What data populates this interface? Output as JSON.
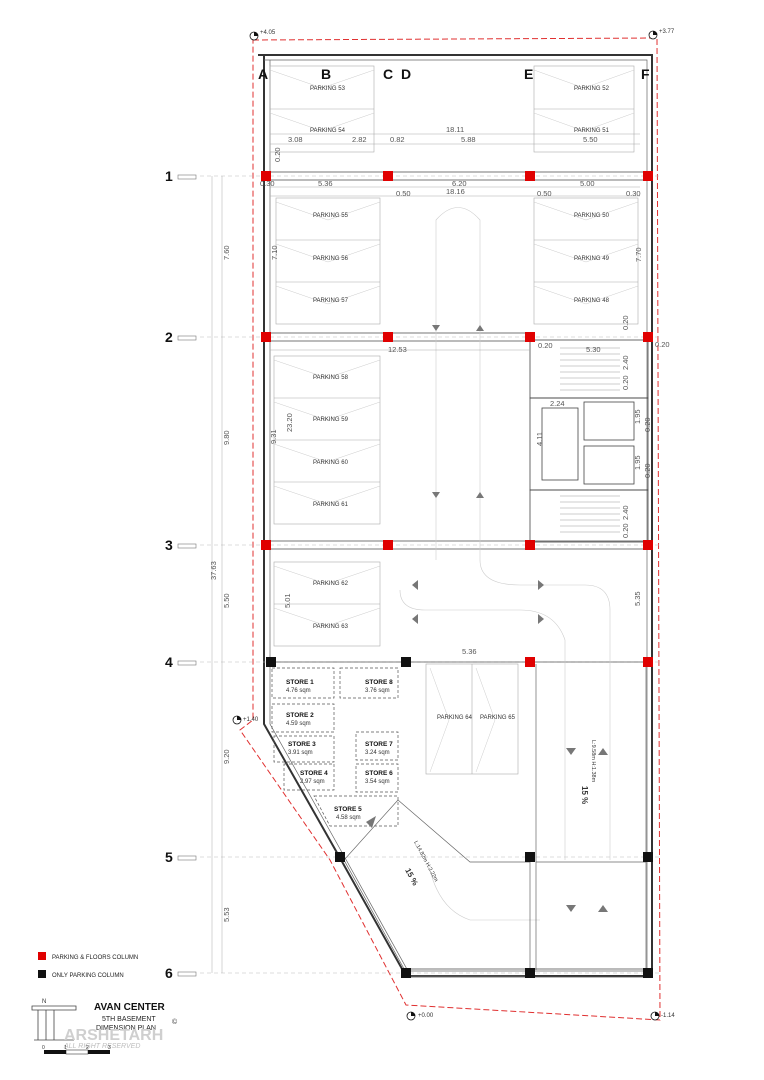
{
  "title_block": {
    "project": "AVAN CENTER",
    "sheet": "5TH BASEMENT",
    "sheet_line2": "DIMENSION PLAN",
    "logo_text": "ARSHETARH",
    "logo_sub": "ALL RIGHT RESERVED",
    "logo_mark": "©",
    "scale_labels": [
      "0",
      "1",
      "2",
      "3"
    ],
    "north": "N"
  },
  "levels": {
    "top_left": "+4.05",
    "top_right": "+3.77",
    "mid_left": "+1.40",
    "bottom_center": "+0.00",
    "bottom_right": "-1.14"
  },
  "column_grid": [
    "A",
    "B",
    "C",
    "D",
    "E",
    "F"
  ],
  "row_grid": [
    "1",
    "2",
    "3",
    "4",
    "5",
    "6"
  ],
  "parking": [
    "PARKING 53",
    "PARKING 54",
    "PARKING 52",
    "PARKING 51",
    "PARKING 55",
    "PARKING 56",
    "PARKING 57",
    "PARKING 50",
    "PARKING 49",
    "PARKING 48",
    "PARKING 58",
    "PARKING 59",
    "PARKING 60",
    "PARKING 61",
    "PARKING 62",
    "PARKING 63",
    "PARKING 64",
    "PARKING 65"
  ],
  "stores": [
    {
      "name": "STORE 1",
      "area": "4.76 sqm"
    },
    {
      "name": "STORE 8",
      "area": "3.76 sqm"
    },
    {
      "name": "STORE 2",
      "area": "4.59 sqm"
    },
    {
      "name": "STORE 3",
      "area": "3.91 sqm"
    },
    {
      "name": "STORE 7",
      "area": "3.24 sqm"
    },
    {
      "name": "STORE 4",
      "area": "2.97 sqm"
    },
    {
      "name": "STORE 6",
      "area": "3.54 sqm"
    },
    {
      "name": "STORE 5",
      "area": "4.58 sqm"
    }
  ],
  "dimensions": {
    "d_308": "3.08",
    "d_282": "2.82",
    "d_082": "0.82",
    "d_588": "5.88",
    "d_1811": "18.11",
    "d_550": "5.50",
    "d_020a": "0.20",
    "d_030a": "0.30",
    "d_536a": "5.36",
    "d_620": "6.20",
    "d_500": "5.00",
    "d_030b": "0.30",
    "d_050a": "0.50",
    "d_1816": "18.16",
    "d_050b": "0.50",
    "d_760": "7.60",
    "d_710": "7.10",
    "d_770": "7.70",
    "d_020b": "0.20",
    "d_1253": "12.53",
    "d_020c": "0.20",
    "d_530": "5.30",
    "d_020d": "0.20",
    "d_240a": "2.40",
    "d_020e": "0.20",
    "d_224": "2.24",
    "d_195a": "1.95",
    "d_020f": "0.20",
    "d_411": "4.11",
    "d_195b": "1.95",
    "d_020g": "0.20",
    "d_240b": "2.40",
    "d_020h": "0.20",
    "d_931": "9.31",
    "d_2320": "23.20",
    "d_980": "9.80",
    "d_3763": "37.63",
    "d_550b": "5.50",
    "d_501": "5.01",
    "d_535": "5.35",
    "d_536b": "5.36",
    "d_920": "9.20",
    "d_553": "5.53"
  },
  "ramps": {
    "slope_a": "15 %",
    "length_a": "L:9.58m  H:1.38m",
    "slope_b": "15 %",
    "length_b": "L:14.82m  H:2.22m"
  },
  "legend": {
    "red": "PARKING & FLOORS COLUMN",
    "black": "ONLY PARKING COLUMN"
  },
  "colors": {
    "red_column": "#e00000",
    "black_column": "#111111",
    "boundary": "#e03030"
  }
}
